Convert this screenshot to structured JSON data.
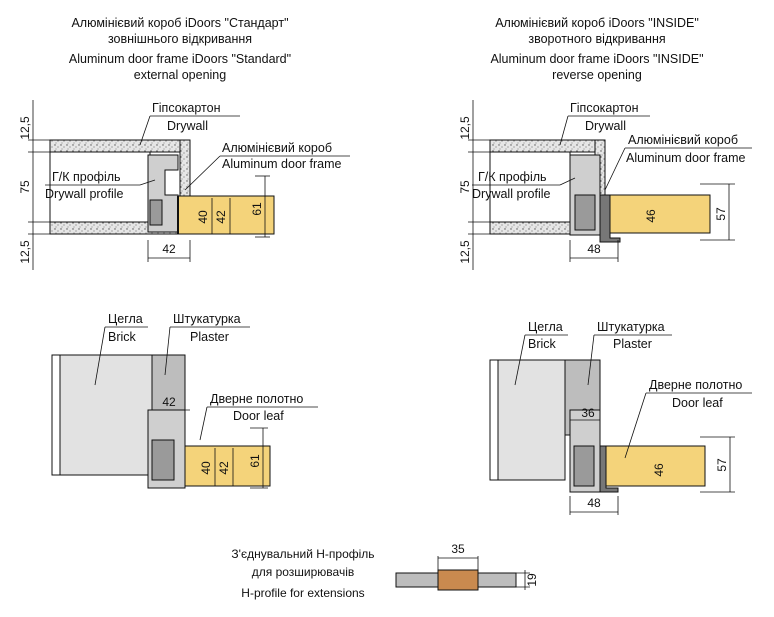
{
  "panels": {
    "standard": {
      "title_uk": "Алюмінієвий короб iDoors \"Стандарт\"",
      "subtitle_uk": "зовнішнього відкривання",
      "title_en": "Aluminum door frame iDoors \"Standard\"",
      "subtitle_en": "external opening",
      "label_drywall_uk": "Гіпсокартон",
      "label_drywall_en": "Drywall",
      "label_frame_uk": "Алюмінієвий короб",
      "label_frame_en": "Aluminum door frame",
      "label_profile_uk": "Г/К профіль",
      "label_profile_en": "Drywall profile",
      "dim_top": "12,5",
      "dim_mid": "75",
      "dim_bottom": "12,5",
      "dim_width": "42",
      "dim_leaf_inner": "40",
      "dim_leaf_outer": "42",
      "dim_overall": "61"
    },
    "inside": {
      "title_uk": "Алюмінієвий короб iDoors \"INSIDE\"",
      "subtitle_uk": "зворотного відкривання",
      "title_en": "Aluminum door frame iDoors \"INSIDE\"",
      "subtitle_en": "reverse opening",
      "label_drywall_uk": "Гіпсокартон",
      "label_drywall_en": "Drywall",
      "label_frame_uk": "Алюмінієвий короб",
      "label_frame_en": "Aluminum door frame",
      "label_profile_uk": "Г/К профіль",
      "label_profile_en": "Drywall profile",
      "dim_top": "12,5",
      "dim_mid": "75",
      "dim_bottom": "12,5",
      "dim_width": "48",
      "dim_leaf": "46",
      "dim_overall": "57"
    },
    "brick_standard": {
      "label_brick_uk": "Цегла",
      "label_brick_en": "Brick",
      "label_plaster_uk": "Штукатурка",
      "label_plaster_en": "Plaster",
      "label_leaf_uk": "Дверне полотно",
      "label_leaf_en": "Door leaf",
      "dim_width": "42",
      "dim_leaf_inner": "40",
      "dim_leaf_outer": "42",
      "dim_overall": "61"
    },
    "brick_inside": {
      "label_brick_uk": "Цегла",
      "label_brick_en": "Brick",
      "label_plaster_uk": "Штукатурка",
      "label_plaster_en": "Plaster",
      "label_leaf_uk": "Дверне полотно",
      "label_leaf_en": "Door leaf",
      "dim_width_top": "36",
      "dim_width_bottom": "48",
      "dim_leaf": "46",
      "dim_overall": "57"
    },
    "h_profile": {
      "label_uk_1": "З'єднувальний Н-профіль",
      "label_uk_2": "для розширювачів",
      "label_en": "H-profile for extensions",
      "dim_width": "35",
      "dim_height": "19"
    }
  },
  "colors": {
    "door_leaf": "#f4d37a",
    "insulation": "#d9d9d9",
    "brick": "#e2e2e2",
    "plaster": "#bdbdbd",
    "frame": "#7a7a7a",
    "h_profile_core": "#c98a4f"
  }
}
